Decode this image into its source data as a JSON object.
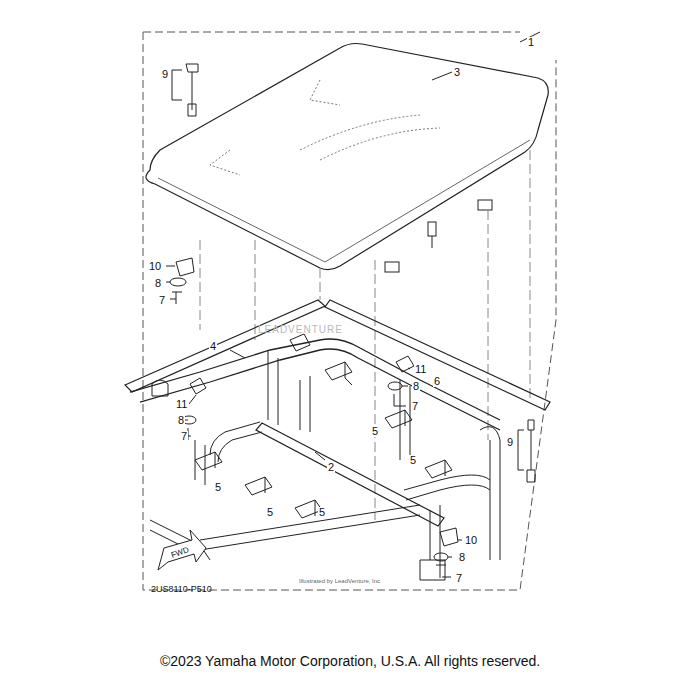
{
  "diagram": {
    "caption": "©2023 Yamaha Motor Corporation, U.S.A. All rights reserved.",
    "labels": [
      "1",
      "3",
      "9",
      "10",
      "8",
      "7",
      "4",
      "6",
      "11",
      "8",
      "7",
      "11",
      "8",
      "7",
      "5",
      "5",
      "2",
      "5",
      "5",
      "5",
      "9",
      "10",
      "8",
      "7",
      "FWD",
      "2US8110-P510",
      "LEADVENTURE",
      "Illustrated by LeadVenture, Inc."
    ]
  }
}
